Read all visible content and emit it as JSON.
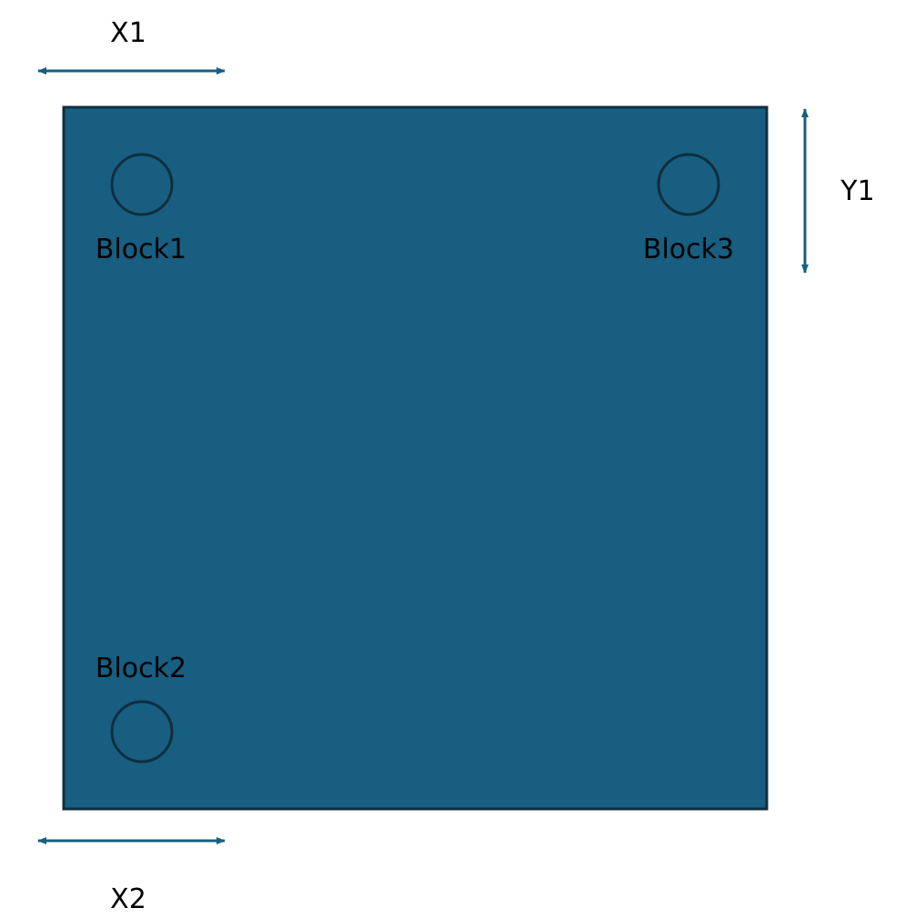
{
  "diagram": {
    "colors": {
      "plate_fill": "#175e80",
      "plate_border": "#0f2e3f",
      "hole_stroke": "#0f2e3f",
      "arrow": "#175e80",
      "text": "#000000"
    },
    "blocks": [
      {
        "label": "Block1"
      },
      {
        "label": "Block2"
      },
      {
        "label": "Block3"
      }
    ],
    "dimensions": {
      "x1": "X1",
      "x2": "X2",
      "y1": "Y1"
    }
  }
}
